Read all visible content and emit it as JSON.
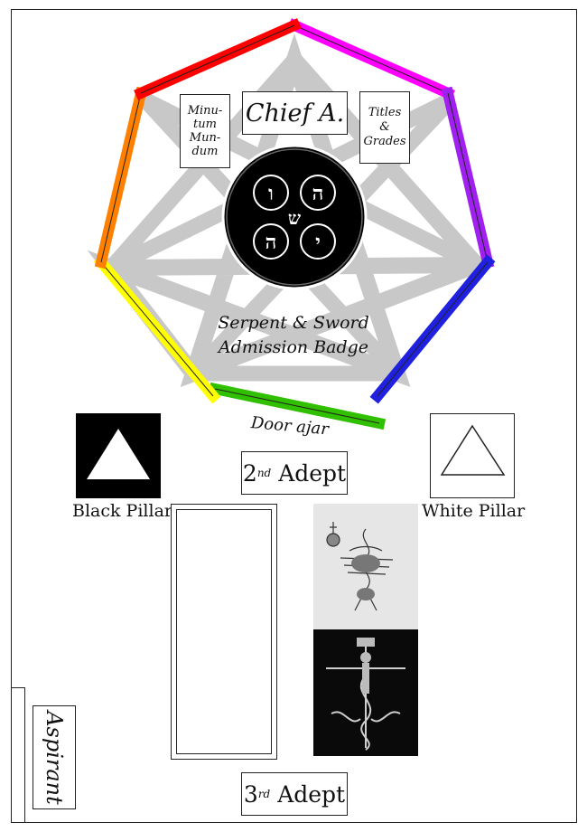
{
  "colors": {
    "heptagon_edges": [
      "#ff00ff",
      "#a020f0",
      "#2020e0",
      "#30c000",
      "#ffff00",
      "#ff8000",
      "#ff0000"
    ],
    "star": "#c8c8c8",
    "seal": "#000000"
  },
  "labels": {
    "chief": "Chief A.",
    "minutum": "Minu-\ntum\nMun-\ndum",
    "titles": "Titles\n&\nGrades",
    "badge_line1": "Serpent & Sword",
    "badge_line2": "Admission Badge",
    "door": "Door ajar",
    "second_adept_num": "2",
    "second_adept_sup": "nd",
    "second_adept_word": "Adept",
    "third_adept_num": "3",
    "third_adept_sup": "rd",
    "third_adept_word": "Adept",
    "black_pillar": "Black Pillar",
    "white_pillar": "White Pillar",
    "aspirant": "Aspirant"
  },
  "seal": {
    "letters": [
      "ה",
      "ו",
      "ש",
      "ה",
      "י"
    ]
  },
  "icons": {
    "black_pillar": "white-triangle-icon",
    "white_pillar": "outline-triangle-icon",
    "banner": "serpent-and-crucified-figure-image"
  }
}
